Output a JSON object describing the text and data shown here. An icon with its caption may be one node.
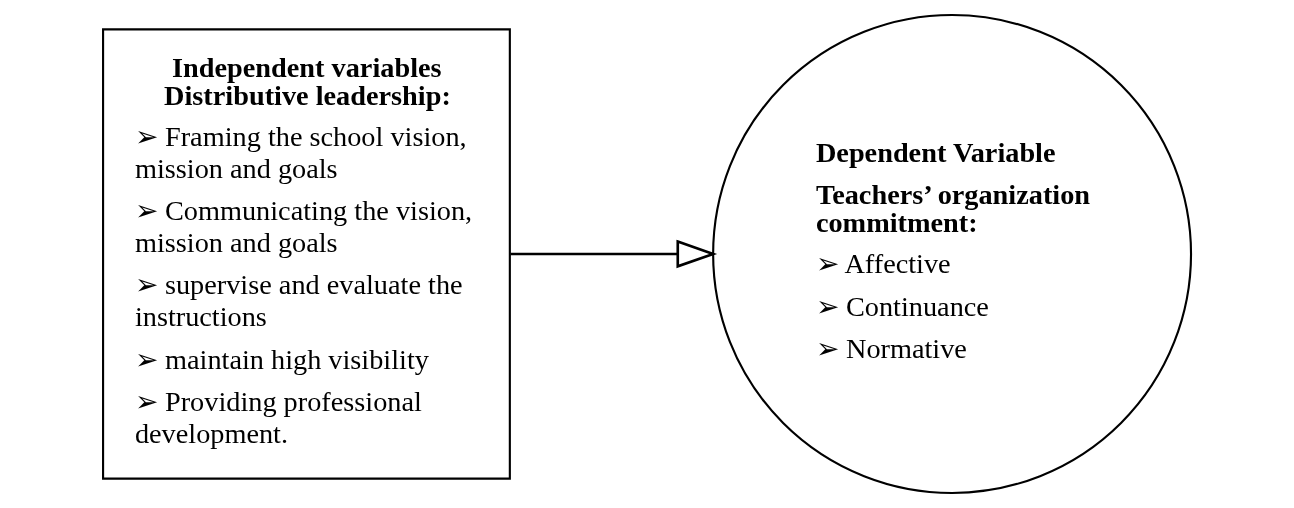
{
  "diagram": {
    "nodes": [
      {
        "text": [
          "Independent variables Distributive leadership:",
          "➢ Framing the school vision, mission and goals",
          "➢ Communicating the vision, mission and goals",
          "➢ supervise and evaluate the instructions",
          "➢ maintain high visibility",
          "➢ Providing professional development."
        ]
      },
      {
        "text": [
          "Dependent Variable",
          "Teachers’ organization commitment:",
          "➢ Affective",
          "➢ Continuance",
          "➢ Normative"
        ]
      }
    ],
    "edges": [
      {
        "from": 0,
        "to": 1,
        "arrow": "to"
      }
    ]
  }
}
